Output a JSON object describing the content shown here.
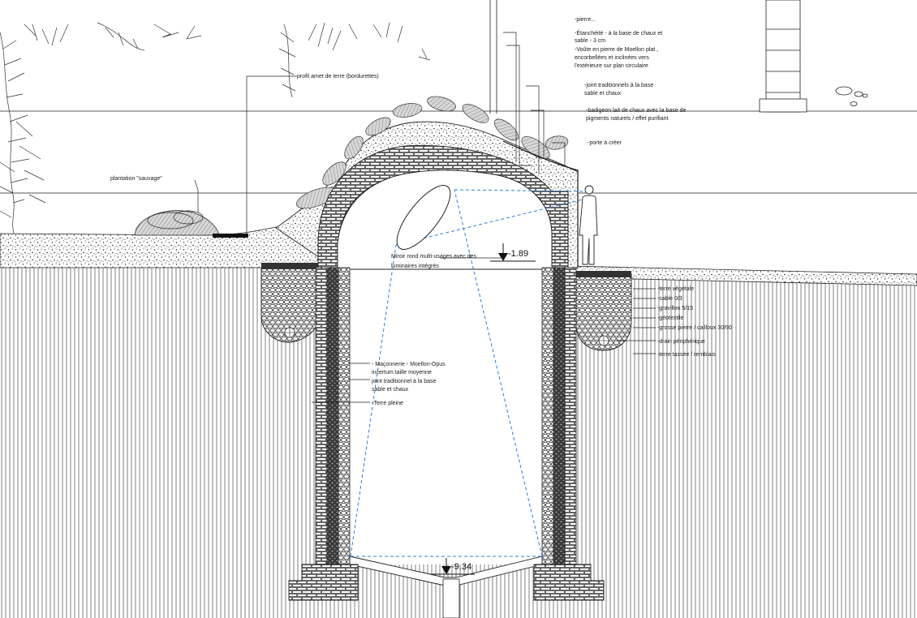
{
  "levels": {
    "upper": "-1.89",
    "lower": "-9.34"
  },
  "annotations_top": {
    "clipped": "-pierre...",
    "etancheite_1": "-Étanchéité - à la base de chaux et",
    "etancheite_2": "sable - 3 cm",
    "voute_1": "-Voûte en pierre de Moellon plat ,",
    "voute_2": "encorbellées et inclinées vers",
    "voute_3": "l'extérieure sur plan circulaire",
    "joint_top_1": "-joint traditionnels à la base",
    "joint_top_2": "sable et chaux",
    "badigeon_1": "-badigeon lait de chaux avec la base de",
    "badigeon_2": "pigments naturels / effet purifiant",
    "porte": "-porte à créer"
  },
  "annotations_left": {
    "profil": "profil amet de terre (bordurettes)",
    "plantation": "plantation \"sauvage\""
  },
  "annotations_center": {
    "miroir_1": "Miroir rond multi-usages avec des",
    "miroir_2": "luminaires intégrés",
    "maconnerie_1": "- Maçonnerie - Moellon-Opus",
    "maconnerie_2": "incertum taille moyenne",
    "maconnerie_3": "joint traditionnel à la base",
    "maconnerie_4": "sable et chaux",
    "terre": "-Terre pleine"
  },
  "annotations_right": {
    "r1": "-terre végétale",
    "r2": "-sable 0/3",
    "r3": "-gravillon 5/15",
    "r4": "-géotextile",
    "r5": "-grosse pierre / cailloux 30/90",
    "r6": "-drain périphérique",
    "r7": "-terre tassée / remblais"
  }
}
